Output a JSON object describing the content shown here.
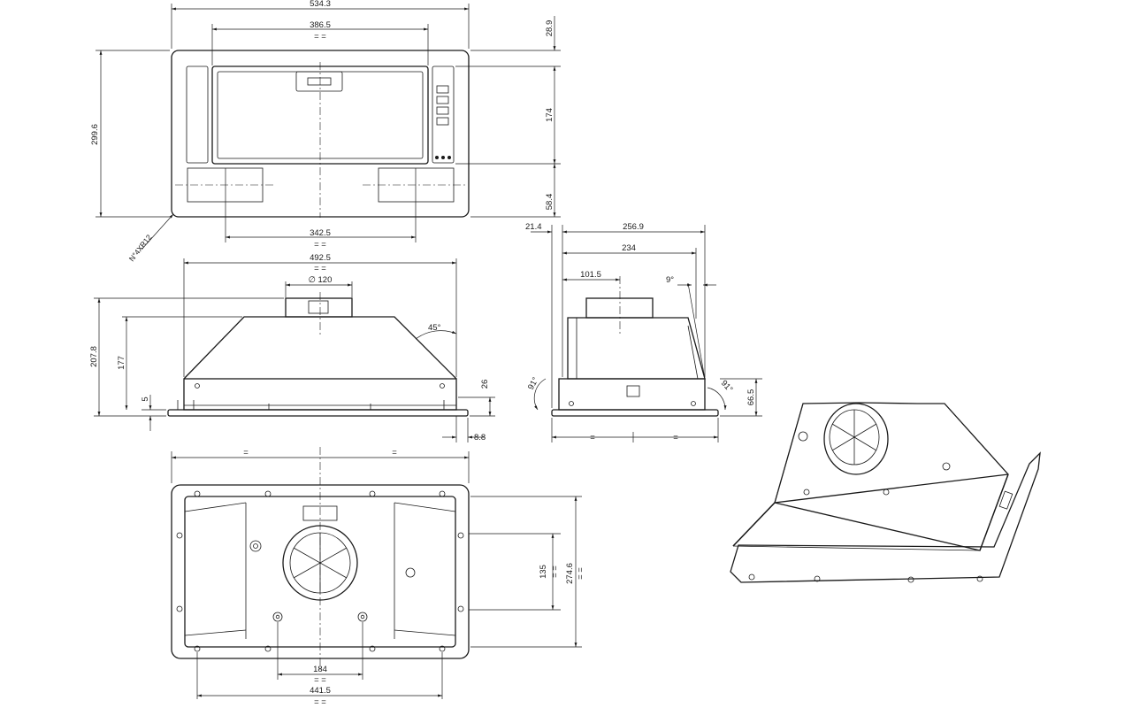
{
  "drawing": {
    "front_view": {
      "width": "534.3",
      "filter_width": "386.5",
      "filter_width_equal": "= =",
      "height": "299.6",
      "top_offset": "28.9",
      "filter_height": "174",
      "bottom_offset": "58.4",
      "bottom_span": "342.5",
      "bottom_span_equal": "= =",
      "corner_note": "N°4XR12"
    },
    "side_view": {
      "width": "492.5",
      "width_equal": "= =",
      "outlet": "∅ 120",
      "total_height": "207.8",
      "body_height": "177",
      "flange": "5",
      "flange_height": "26",
      "angle": "45°",
      "overhang": "8.8"
    },
    "end_view": {
      "offset": "21.4",
      "overall_depth": "256.9",
      "body_depth": "234",
      "outlet_offset": "101.5",
      "taper_angle": "9°",
      "left_angle": "91°",
      "right_angle": "91°",
      "lower_height": "66.5",
      "bottom_left_equal": "=",
      "bottom_right_equal": "="
    },
    "bottom_view": {
      "top_left_equal": "=",
      "top_right_equal": "=",
      "depth": "135",
      "depth_equal": "= =",
      "outer_depth": "274.6",
      "outer_depth_equal": "= =",
      "screw_span": "184",
      "screw_span_equal": "= =",
      "overall_span": "441.5",
      "overall_span_equal": "= ="
    }
  },
  "colors": {
    "line": "#1a1a1a",
    "background": "#ffffff"
  }
}
